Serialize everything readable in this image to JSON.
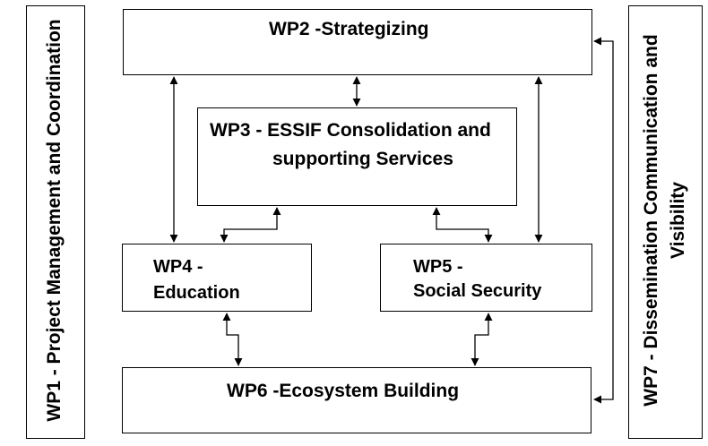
{
  "wp1": {
    "label": "WP1 - Project Management and Coordination"
  },
  "wp2": {
    "label": "WP2 -Strategizing"
  },
  "wp3": {
    "line1": "WP3 - ESSIF Consolidation and",
    "line2": "supporting Services"
  },
  "wp4": {
    "line1": "WP4 -",
    "line2": "Education"
  },
  "wp5": {
    "line1": "WP5 -",
    "line2": "Social Security"
  },
  "wp6": {
    "label": "WP6 -Ecosystem Building"
  },
  "wp7": {
    "line1": "WP7 - Dissemination Communication and",
    "line2": "Visibility"
  },
  "colors": {
    "stroke": "#000000",
    "background": "#ffffff"
  }
}
